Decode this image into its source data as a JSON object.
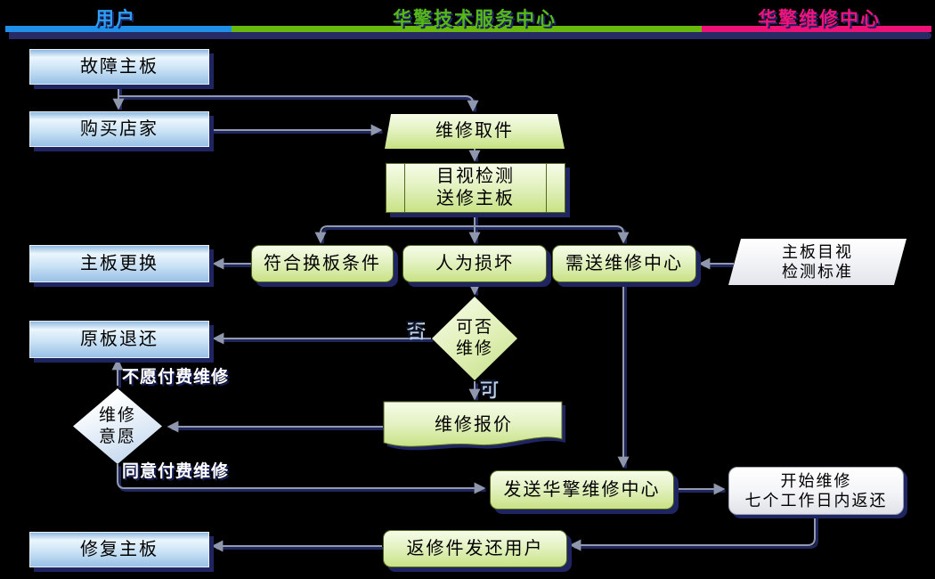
{
  "header": {
    "lanes": [
      {
        "label": "用户",
        "text_style": "color:#2f9ff2",
        "bar_style": "left:6px;width:254px;background:#1f8fe8"
      },
      {
        "label": "华擎技术服务中心",
        "text_style": "color:#55b816",
        "bar_style": "left:260px;width:528px;background:#68b80e"
      },
      {
        "label": "华擎维修中心",
        "text_style": "color:#f01379",
        "bar_style": "left:788px;width:258px;background:#ee1277"
      }
    ],
    "shadow_bar_color": "#262b66"
  },
  "nodes": {
    "faulty_board": {
      "label": "故障主板"
    },
    "purchase_store": {
      "label": "购买店家"
    },
    "repair_pickup": {
      "label": "维修取件"
    },
    "visual_inspection": {
      "line1": "目视检测",
      "line2": "送修主板"
    },
    "board_replacement": {
      "label": "主板更换"
    },
    "meets_replacement": {
      "label": "符合换板条件"
    },
    "human_damage": {
      "label": "人为损坏"
    },
    "send_to_center": {
      "label": "需送维修中心"
    },
    "visual_standard": {
      "line1": "主板目视",
      "line2": "检测标准"
    },
    "original_return": {
      "label": "原板退还"
    },
    "repairable": {
      "line1": "可否",
      "line2": "维修"
    },
    "repair_quote": {
      "label": "维修报价"
    },
    "repair_willingness": {
      "line1": "维修",
      "line2": "意愿"
    },
    "send_asrock": {
      "label": "发送华擎维修中心"
    },
    "start_repair": {
      "line1": "开始维修",
      "line2": "七个工作日内返还"
    },
    "repaired_board": {
      "label": "修复主板"
    },
    "return_to_user": {
      "label": "返修件发还用户"
    }
  },
  "edge_labels": {
    "no": "否",
    "yes": "可",
    "unwilling": "不愿付费维修",
    "agree": "同意付费维修"
  },
  "colors": {
    "user_box": "#b5d5ef",
    "service_box": "#cde588",
    "connector_shadow": "#20275c",
    "connector_main": "#929ab0"
  }
}
